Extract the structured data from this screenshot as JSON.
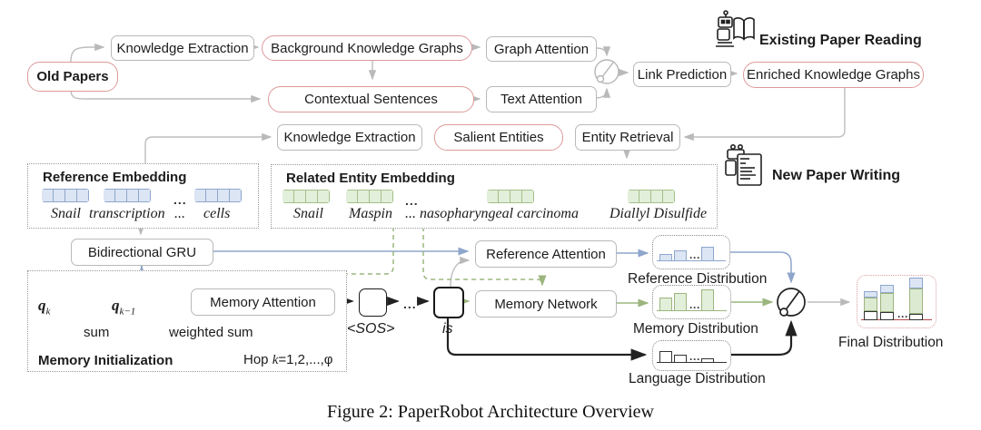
{
  "caption": "Figure 2: PaperRobot Architecture Overview",
  "headers": {
    "existing_paper_reading": "Existing Paper Reading",
    "new_paper_writing": "New Paper Writing"
  },
  "nodes": {
    "old_papers": "Old Papers",
    "knowledge_extraction_top": "Knowledge Extraction",
    "background_kg": "Background Knowledge Graphs",
    "graph_attention": "Graph Attention",
    "contextual_sentences": "Contextual Sentences",
    "text_attention": "Text Attention",
    "link_prediction": "Link Prediction",
    "enriched_kg": "Enriched Knowledge Graphs",
    "knowledge_extraction_mid": "Knowledge Extraction",
    "salient_entities": "Salient Entities",
    "entity_retrieval": "Entity Retrieval",
    "bidirectional_gru": "Bidirectional GRU",
    "memory_attention": "Memory Attention",
    "reference_attention": "Reference Attention",
    "memory_network": "Memory Network"
  },
  "panels": {
    "reference": {
      "title": "Reference Embedding",
      "tokens": [
        "Snail",
        "transcription",
        "...",
        "cells"
      ],
      "group_dots": "..."
    },
    "related": {
      "title": "Related Entity Embedding",
      "tokens": [
        "Snail",
        "Maspin",
        "... nasopharyngeal carcinoma",
        "Diallyl Disulfide"
      ],
      "group_dots": "..."
    }
  },
  "memory_init": {
    "title": "Memory Initialization",
    "q": "q",
    "qk_sub": "k",
    "qk1_sub": "k−1",
    "sum": "sum",
    "weighted_sum": "weighted sum",
    "hop_prefix": "Hop ",
    "hop_var": "k",
    "hop_rest": "=1,2,...,φ"
  },
  "decoder": {
    "sos": "<SOS>",
    "dots": "...",
    "is": "is"
  },
  "dist_labels": {
    "reference": "Reference Distribution",
    "memory": "Memory Distribution",
    "language": "Language Distribution",
    "final": "Final Distribution"
  },
  "colors": {
    "red_border": "#dd9a9a",
    "gray_border": "#b9b9b9",
    "blue_line": "#8fa6cc",
    "green_line": "#9cb57e",
    "black_line": "#222222",
    "blue_cell_fill": "#dbe5f3",
    "green_cell_fill": "#e2efda",
    "final_baseline_red": "#bb4a4a"
  },
  "mini_charts": [
    {
      "target": "ref-dist",
      "type": "bars",
      "heights": [
        8,
        12,
        16
      ],
      "dots_after": 2,
      "fill": "#dbe5f3",
      "stroke": "#8fa6cc",
      "baseline": "#8fa6cc"
    },
    {
      "target": "mem-dist",
      "type": "bars",
      "heights": [
        15,
        20,
        24
      ],
      "dots_after": 2,
      "fill": "#e2efda",
      "stroke": "#9cb57e",
      "baseline": "#9cb57e"
    },
    {
      "target": "lang-dist",
      "type": "bars",
      "heights": [
        13,
        9,
        5
      ],
      "dots_after": 2,
      "fill": "#ffffff",
      "stroke": "#333333",
      "baseline": "#333333"
    },
    {
      "target": "final-dist",
      "type": "stacked",
      "dots_after": 2,
      "stacks": [
        [
          10,
          15,
          7
        ],
        [
          9,
          21,
          9
        ],
        [
          7,
          28,
          12
        ]
      ],
      "seg_fills": [
        "#ffffff",
        "#dcead2",
        "#dbe5f3"
      ],
      "seg_strokes": [
        "#333333",
        "#9cb57e",
        "#8fa6cc"
      ],
      "baseline": "#bb4a4a"
    }
  ]
}
